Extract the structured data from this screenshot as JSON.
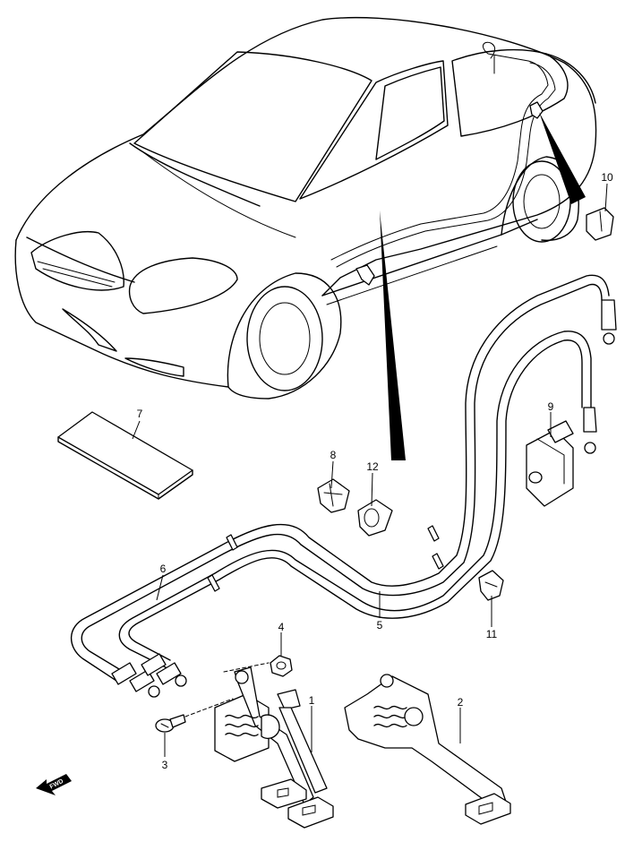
{
  "callouts": [
    {
      "id": "p1",
      "number": "1"
    },
    {
      "id": "p2",
      "number": "2"
    },
    {
      "id": "p3",
      "number": "3"
    },
    {
      "id": "p4",
      "number": "4"
    },
    {
      "id": "p5",
      "number": "5"
    },
    {
      "id": "p6",
      "number": "6"
    },
    {
      "id": "p7",
      "number": "7"
    },
    {
      "id": "p8",
      "number": "8"
    },
    {
      "id": "p9",
      "number": "9"
    },
    {
      "id": "p10",
      "number": "10"
    },
    {
      "id": "p11",
      "number": "11"
    },
    {
      "id": "p12",
      "number": "12"
    }
  ],
  "direction_indicator": {
    "label": "FWD",
    "icon": "forward-arrow-icon"
  }
}
